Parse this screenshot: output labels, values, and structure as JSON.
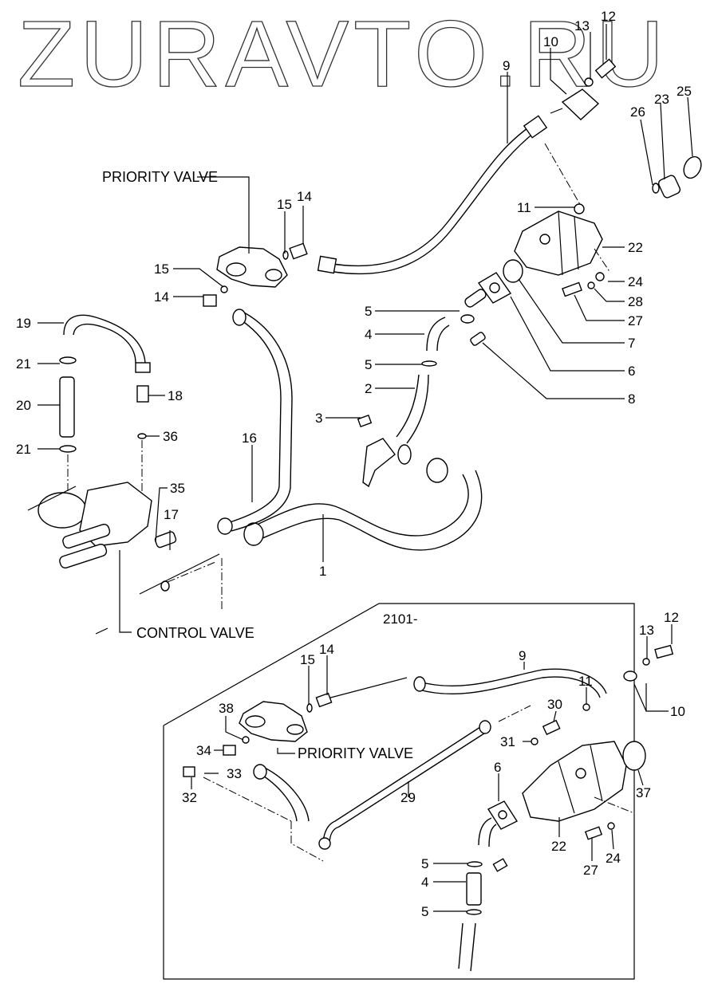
{
  "watermark": "ZURAVTO.RU",
  "inset": {
    "serial_label": "2101-"
  },
  "captions": {
    "priority_valve_main": "PRIORITY VALVE",
    "control_valve": "CONTROL VALVE",
    "priority_valve_inset": "PRIORITY VALVE"
  },
  "callouts_main": [
    {
      "id": "c12",
      "text": "12"
    },
    {
      "id": "c13",
      "text": "13"
    },
    {
      "id": "c10",
      "text": "10"
    },
    {
      "id": "c9",
      "text": "9"
    },
    {
      "id": "c26",
      "text": "26"
    },
    {
      "id": "c23",
      "text": "23"
    },
    {
      "id": "c25",
      "text": "25"
    },
    {
      "id": "c15a",
      "text": "15"
    },
    {
      "id": "c14a",
      "text": "14"
    },
    {
      "id": "c15b",
      "text": "15"
    },
    {
      "id": "c14b",
      "text": "14"
    },
    {
      "id": "c11",
      "text": "11"
    },
    {
      "id": "c22",
      "text": "22"
    },
    {
      "id": "c24",
      "text": "24"
    },
    {
      "id": "c28",
      "text": "28"
    },
    {
      "id": "c27",
      "text": "27"
    },
    {
      "id": "c7",
      "text": "7"
    },
    {
      "id": "c6",
      "text": "6"
    },
    {
      "id": "c8",
      "text": "8"
    },
    {
      "id": "c5a",
      "text": "5"
    },
    {
      "id": "c4",
      "text": "4"
    },
    {
      "id": "c5b",
      "text": "5"
    },
    {
      "id": "c2",
      "text": "2"
    },
    {
      "id": "c3",
      "text": "3"
    },
    {
      "id": "c19",
      "text": "19"
    },
    {
      "id": "c21a",
      "text": "21"
    },
    {
      "id": "c20",
      "text": "20"
    },
    {
      "id": "c21b",
      "text": "21"
    },
    {
      "id": "c18",
      "text": "18"
    },
    {
      "id": "c36",
      "text": "36"
    },
    {
      "id": "c16",
      "text": "16"
    },
    {
      "id": "c35",
      "text": "35"
    },
    {
      "id": "c17",
      "text": "17"
    },
    {
      "id": "c1",
      "text": "1"
    }
  ],
  "callouts_inset": [
    {
      "id": "i14",
      "text": "14"
    },
    {
      "id": "i15",
      "text": "15"
    },
    {
      "id": "i9",
      "text": "9"
    },
    {
      "id": "i13",
      "text": "13"
    },
    {
      "id": "i12",
      "text": "12"
    },
    {
      "id": "i11",
      "text": "11"
    },
    {
      "id": "i30",
      "text": "30"
    },
    {
      "id": "i10",
      "text": "10"
    },
    {
      "id": "i38",
      "text": "38"
    },
    {
      "id": "i34",
      "text": "34"
    },
    {
      "id": "i33",
      "text": "33"
    },
    {
      "id": "i32",
      "text": "32"
    },
    {
      "id": "i31",
      "text": "31"
    },
    {
      "id": "i29",
      "text": "29"
    },
    {
      "id": "i6",
      "text": "6"
    },
    {
      "id": "i37",
      "text": "37"
    },
    {
      "id": "i22",
      "text": "22"
    },
    {
      "id": "i27",
      "text": "27"
    },
    {
      "id": "i24",
      "text": "24"
    },
    {
      "id": "i5a",
      "text": "5"
    },
    {
      "id": "i4",
      "text": "4"
    },
    {
      "id": "i5b",
      "text": "5"
    }
  ]
}
